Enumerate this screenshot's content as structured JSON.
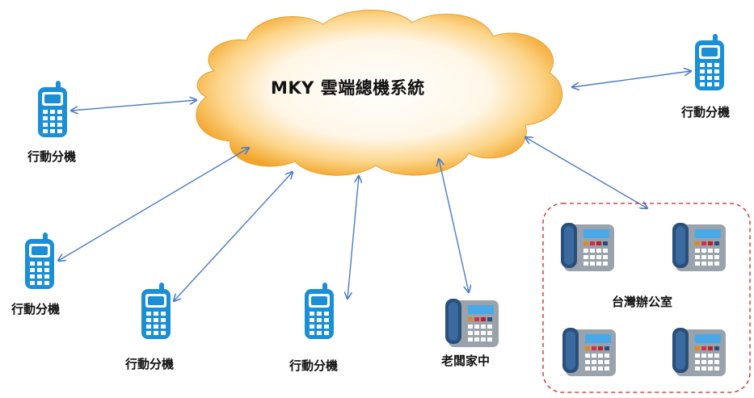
{
  "cloud": {
    "title": "MKY 雲端總機系統"
  },
  "mobile_label": "行動分機",
  "home_label": "老闆家中",
  "office": {
    "label": "台灣辦公室",
    "phone_count": 4
  },
  "colors": {
    "cloud_edge": "#f0a020",
    "cloud_center": "#ffffff",
    "connector": "#4a7bc8",
    "office_border": "#d91e1e",
    "mobile_body": "#1b8fd6",
    "desk_phone": "#9aa3ab"
  },
  "icons": {
    "mobile": "mobile-phone-icon",
    "desk": "desk-phone-icon"
  }
}
